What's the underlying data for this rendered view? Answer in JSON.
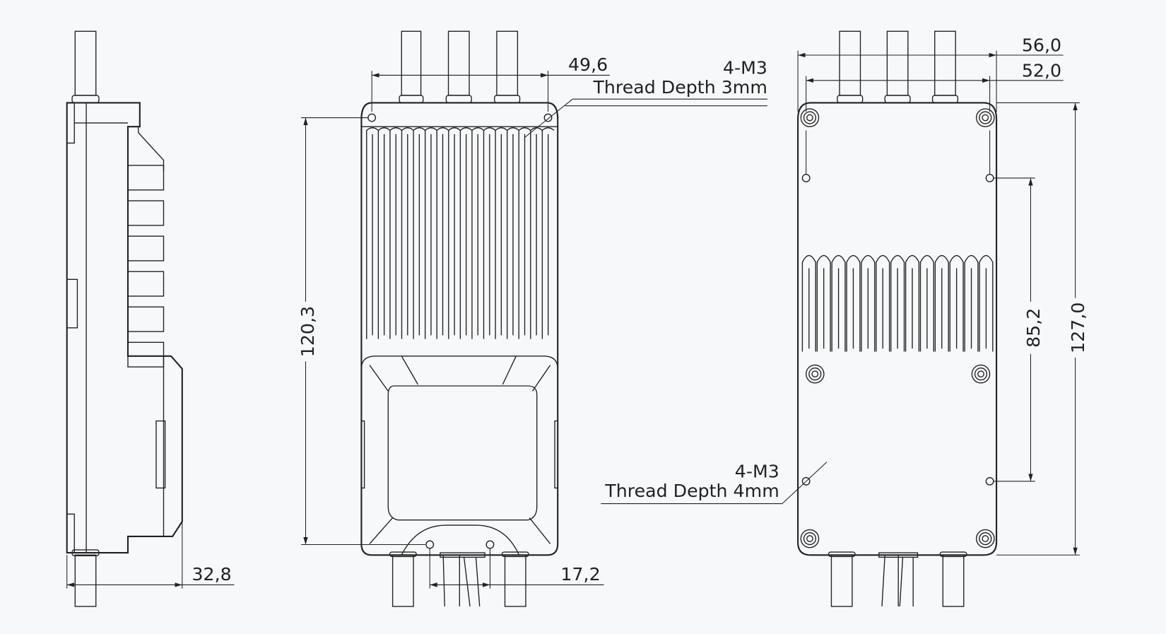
{
  "colors": {
    "background": "#f7f8fa",
    "line": "#222222"
  },
  "views": {
    "side": {
      "width_label": "32,8"
    },
    "top": {
      "hole_spacing_label": "49,6",
      "length_label": "120,3",
      "connector_spacing_label": "17,2",
      "thread_title": "4-M3",
      "thread_note": "Thread Depth 3mm",
      "fin_count": 16
    },
    "bottom": {
      "outer_width_label": "56,0",
      "hole_width_label": "52,0",
      "hole_spacing_label": "85,2",
      "length_label": "127,0",
      "thread_title": "4-M3",
      "thread_note": "Thread Depth 4mm",
      "fin_count": 13
    }
  }
}
